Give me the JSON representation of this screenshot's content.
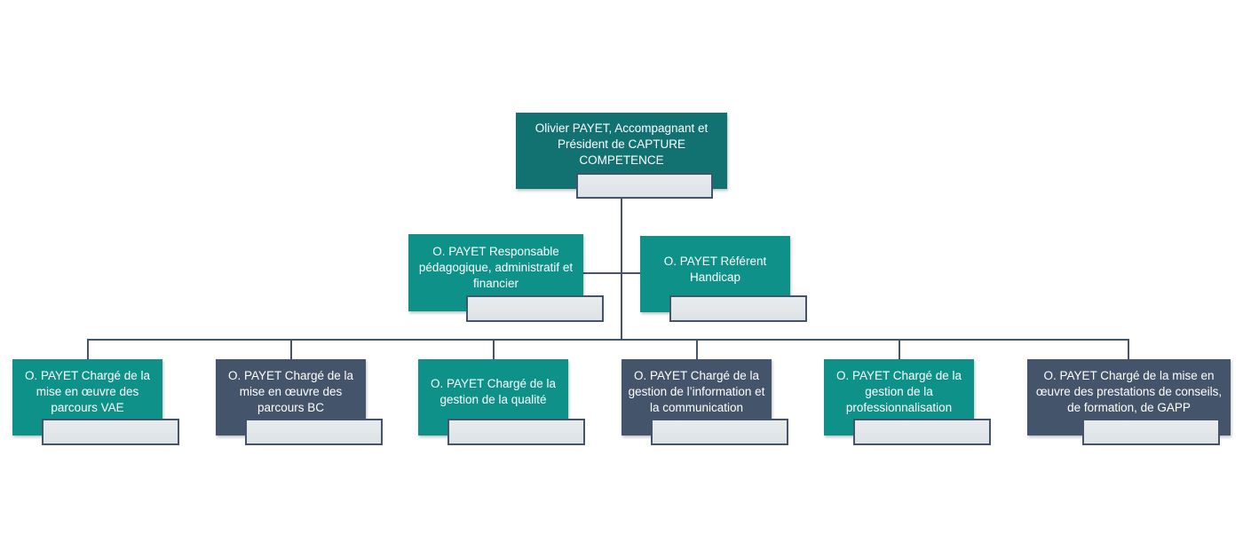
{
  "colors": {
    "teal_dark": "#127272",
    "teal": "#0e9189",
    "slate": "#44546a",
    "sub_fill": "#dde2e6",
    "connector": "#44546a"
  },
  "org_chart": {
    "root": {
      "text": "Olivier PAYET, Accompagnant et Président de CAPTURE COMPETENCE",
      "color": "teal_dark"
    },
    "assistants": [
      {
        "text": "O. PAYET Responsable pédagogique, administratif et financier",
        "color": "teal"
      },
      {
        "text": "O. PAYET Référent Handicap",
        "color": "teal"
      }
    ],
    "children": [
      {
        "text": "O. PAYET Chargé de la mise en œuvre des parcours VAE",
        "color": "teal"
      },
      {
        "text": "O. PAYET Chargé de la mise en œuvre des parcours BC",
        "color": "slate"
      },
      {
        "text": "O. PAYET Chargé de la gestion de la qualité",
        "color": "teal"
      },
      {
        "text": "O. PAYET Chargé de la gestion de l’information et la communication",
        "color": "slate"
      },
      {
        "text": "O. PAYET Chargé de la gestion de la professionnalisation",
        "color": "teal"
      },
      {
        "text": "O. PAYET Chargé de la mise en œuvre des prestations de conseils, de formation, de GAPP",
        "color": "slate"
      }
    ]
  }
}
